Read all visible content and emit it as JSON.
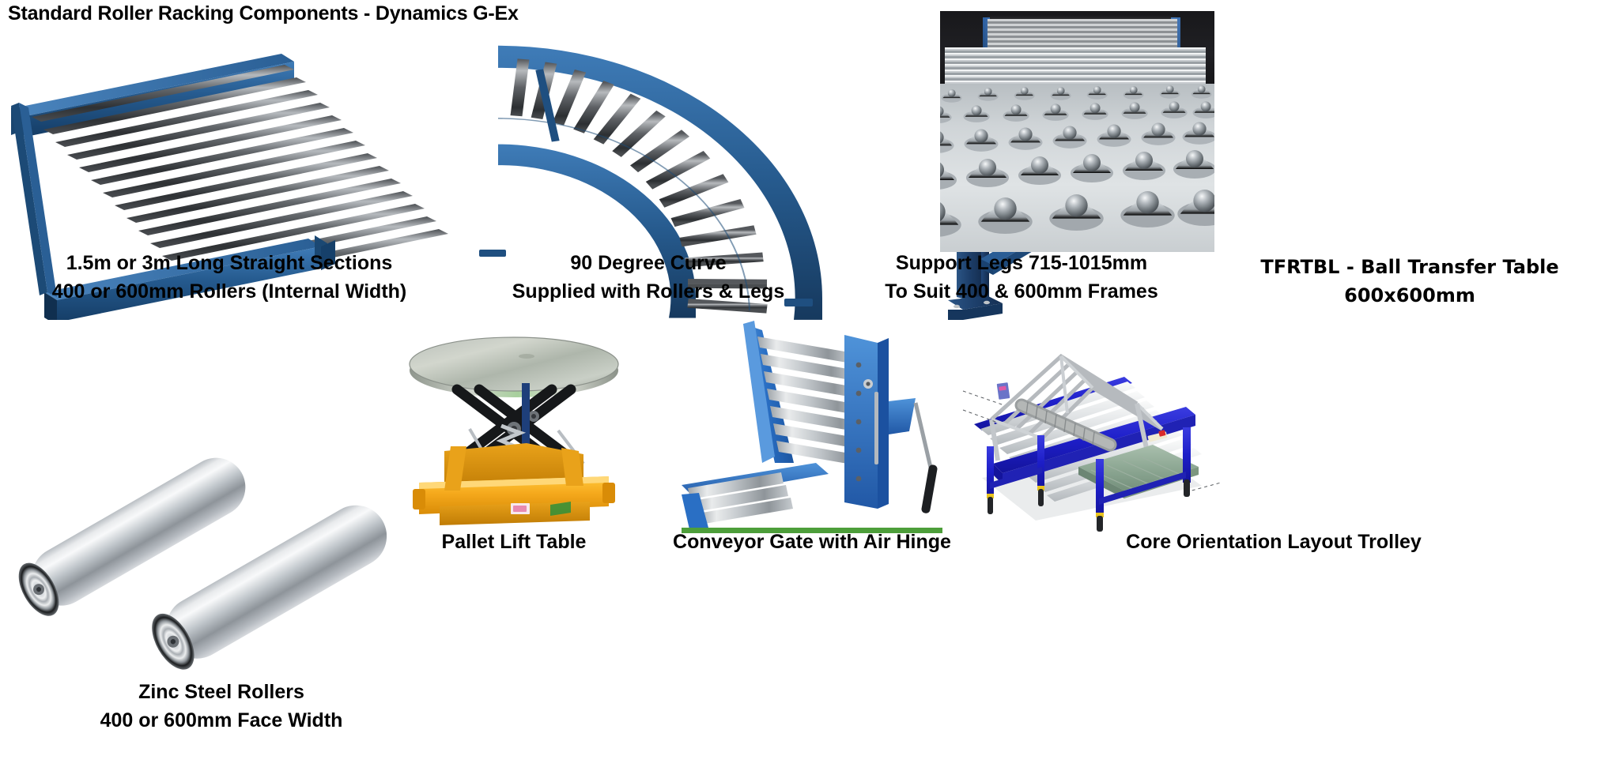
{
  "header": {
    "title": "Standard Roller Racking Components - Dynamics G-Ex"
  },
  "items": [
    {
      "id": "straight-section",
      "image_alt": "blue framed straight roller conveyor section, isometric view",
      "caption_lines": [
        "1.5m or 3m Long Straight Sections",
        "400 or 600mm Rollers (Internal Width)"
      ]
    },
    {
      "id": "ninety-degree-curve",
      "image_alt": "90 degree curved roller conveyor with blue side rails",
      "caption_lines": [
        "90 Degree Curve",
        "Supplied with Rollers & Legs"
      ]
    },
    {
      "id": "support-legs",
      "image_alt": "blue H-frame conveyor support leg with adjustable height",
      "caption_lines": [
        "Support Legs 715-1015mm",
        "To Suit 400 & 600mm Frames"
      ]
    },
    {
      "id": "ball-transfer-table",
      "image_alt": "photo of ball transfer table with rows of steel ball units",
      "caption_lines": [
        "TFRTBL - Ball Transfer Table",
        "600x600mm"
      ]
    },
    {
      "id": "zinc-steel-rollers",
      "image_alt": "two zinc plated steel conveyor rollers",
      "caption_lines": [
        "Zinc Steel Rollers",
        "400 or 600mm Face Width"
      ]
    },
    {
      "id": "pallet-lift-table",
      "image_alt": "yellow scissor lift pallet table with round galvanised top",
      "caption_lines": [
        "Pallet Lift Table"
      ]
    },
    {
      "id": "conveyor-gate",
      "image_alt": "blue conveyor gate section raised, with gas air hinge strut",
      "caption_lines": [
        "Conveyor Gate with Air Hinge"
      ]
    },
    {
      "id": "core-orientation-trolley",
      "image_alt": "blue roller trolley with grey A-frame rack and green tray",
      "caption_lines": [
        "Core Orientation Layout Trolley"
      ]
    }
  ],
  "colors": {
    "frame_blue": "#1d4a79",
    "frame_blue_light": "#2f6296",
    "gate_blue": "#2a6fc4",
    "trolley_blue": "#1d1ec8",
    "roller_dark": "#55585c",
    "roller_silver": "#c7ccd0",
    "lift_yellow": "#f2a81d",
    "tray_green": "#8fa893",
    "text": "#000000",
    "background": "#ffffff"
  }
}
